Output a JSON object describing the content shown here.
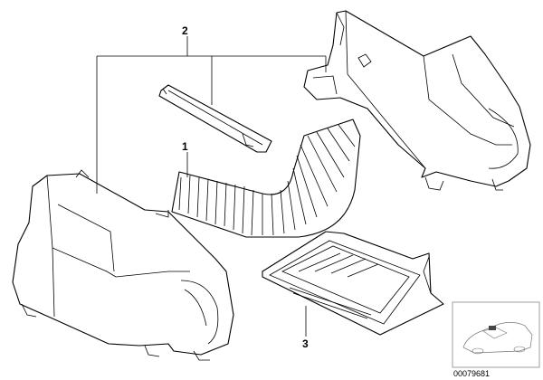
{
  "diagram": {
    "callouts": [
      {
        "id": "1",
        "label": "1"
      },
      {
        "id": "2",
        "label": "2"
      },
      {
        "id": "3",
        "label": "3"
      }
    ],
    "drawing_id": "00079681",
    "icons": [
      "car-thumbnail-icon"
    ]
  }
}
